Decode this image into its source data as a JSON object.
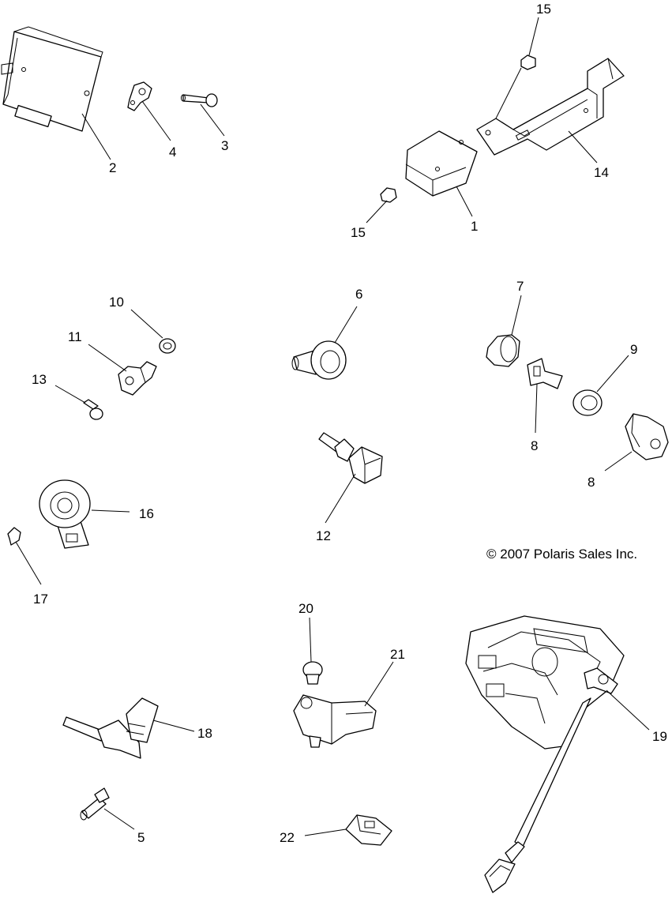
{
  "diagram": {
    "copyright": "© 2007 Polaris Sales Inc.",
    "callouts": {
      "c1": "1",
      "c2": "2",
      "c3": "3",
      "c4": "4",
      "c5": "5",
      "c6": "6",
      "c7": "7",
      "c8a": "8",
      "c8b": "8",
      "c9": "9",
      "c10": "10",
      "c11": "11",
      "c12": "12",
      "c13": "13",
      "c14": "14",
      "c15a": "15",
      "c15b": "15",
      "c16": "16",
      "c17": "17",
      "c18": "18",
      "c19": "19",
      "c20": "20",
      "c21": "21",
      "c22": "22"
    }
  }
}
